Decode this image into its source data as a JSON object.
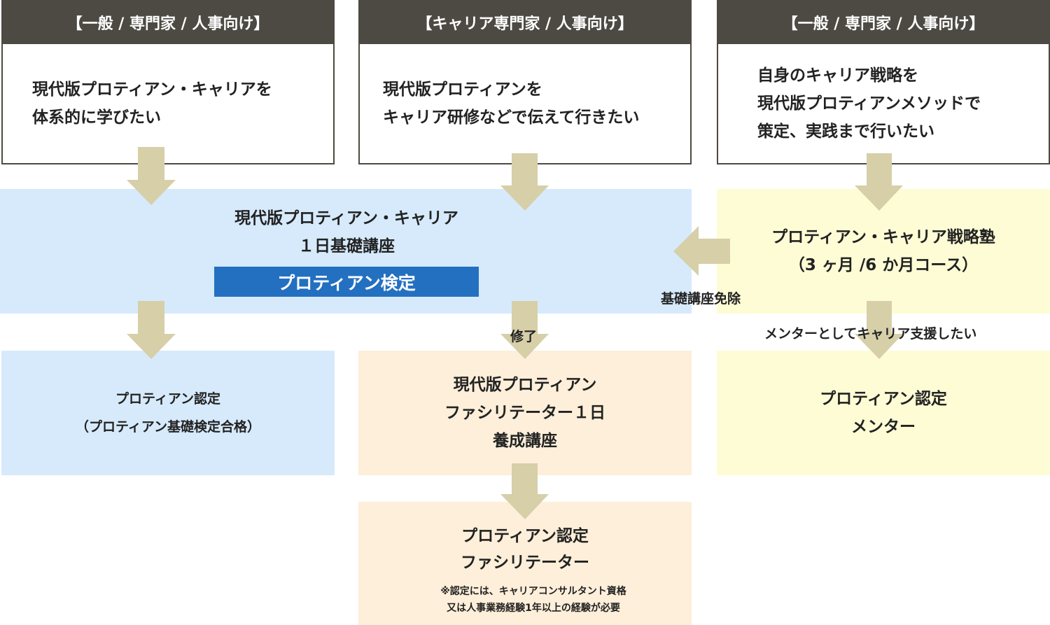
{
  "columns": [
    {
      "header": "【一般 / 専門家 / 人事向け】",
      "question": [
        "現代版プロティアン・キャリアを",
        "体系的に学びたい"
      ]
    },
    {
      "header": "【キャリア専門家 / 人事向け】",
      "question": [
        "現代版プロティアンを",
        "キャリア研修などで伝えて行きたい"
      ]
    },
    {
      "header": "【一般 / 専門家 / 人事向け】",
      "question": [
        "自身のキャリア戦略を",
        "現代版プロティアンメソッドで",
        "策定、実践まで行いたい"
      ]
    }
  ],
  "basic_course": {
    "title": [
      "現代版プロティアン・キャリア",
      "１日基礎講座"
    ],
    "tag": "プロティアン検定"
  },
  "strategy_course": {
    "title": [
      "プロティアン・キャリア戦略塾",
      "（3 ヶ月 /6 か月コース）"
    ]
  },
  "certified": {
    "lines": [
      "プロティアン認定",
      "（プロティアン基礎検定合格）"
    ]
  },
  "facilitator_course": {
    "lines": [
      "現代版プロティアン",
      "ファシリテーター１日",
      "養成講座"
    ]
  },
  "mentor": {
    "lines": [
      "プロティアン認定",
      "メンター"
    ]
  },
  "facilitator_cert": {
    "lines": [
      "プロティアン認定",
      "ファシリテーター"
    ],
    "notes": [
      "※認定には、キャリアコンサルタント資格",
      "又は人事業務経験1年以上の経験が必要"
    ]
  },
  "labels": {
    "exemption": "基礎講座免除",
    "completion": "修了",
    "mentor_path": "メンターとしてキャリア支援したい"
  },
  "colors": {
    "header_bg": "#4d4a43",
    "arrow": "#d6cfa8",
    "blue_panel": "#d6eafb",
    "peach_panel": "#fdefd9",
    "yellow_panel": "#fdfcd5",
    "tag_bg": "#2370c1"
  }
}
